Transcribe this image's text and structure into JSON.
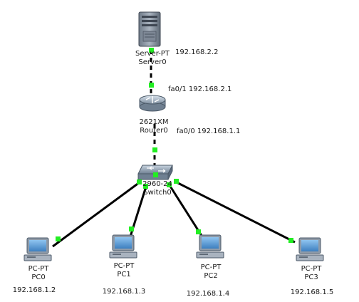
{
  "devices": {
    "server0": {
      "model": "Server-PT",
      "name": "Server0",
      "ip": "192.168.2.2"
    },
    "router0": {
      "model": "2621XM",
      "name": "Router0"
    },
    "switch0": {
      "model": "2960-24",
      "name": "Switch0"
    },
    "pc0": {
      "model": "PC-PT",
      "name": "PC0",
      "ip": "192.168.1.2"
    },
    "pc1": {
      "model": "PC-PT",
      "name": "PC1",
      "ip": "192.168.1.3"
    },
    "pc2": {
      "model": "PC-PT",
      "name": "PC2",
      "ip": "192.168.1.4"
    },
    "pc3": {
      "model": "PC-PT",
      "name": "PC3",
      "ip": "192.168.1.5"
    }
  },
  "interfaces": {
    "router_fa01": "fa0/1 192.168.2.1",
    "router_fa00": "fa0/0 192.168.1.1"
  },
  "colors": {
    "cable": "#000000",
    "link_up": "#22ee22",
    "device_body": "#9aa6b4",
    "device_accent": "#4a8fd0"
  }
}
